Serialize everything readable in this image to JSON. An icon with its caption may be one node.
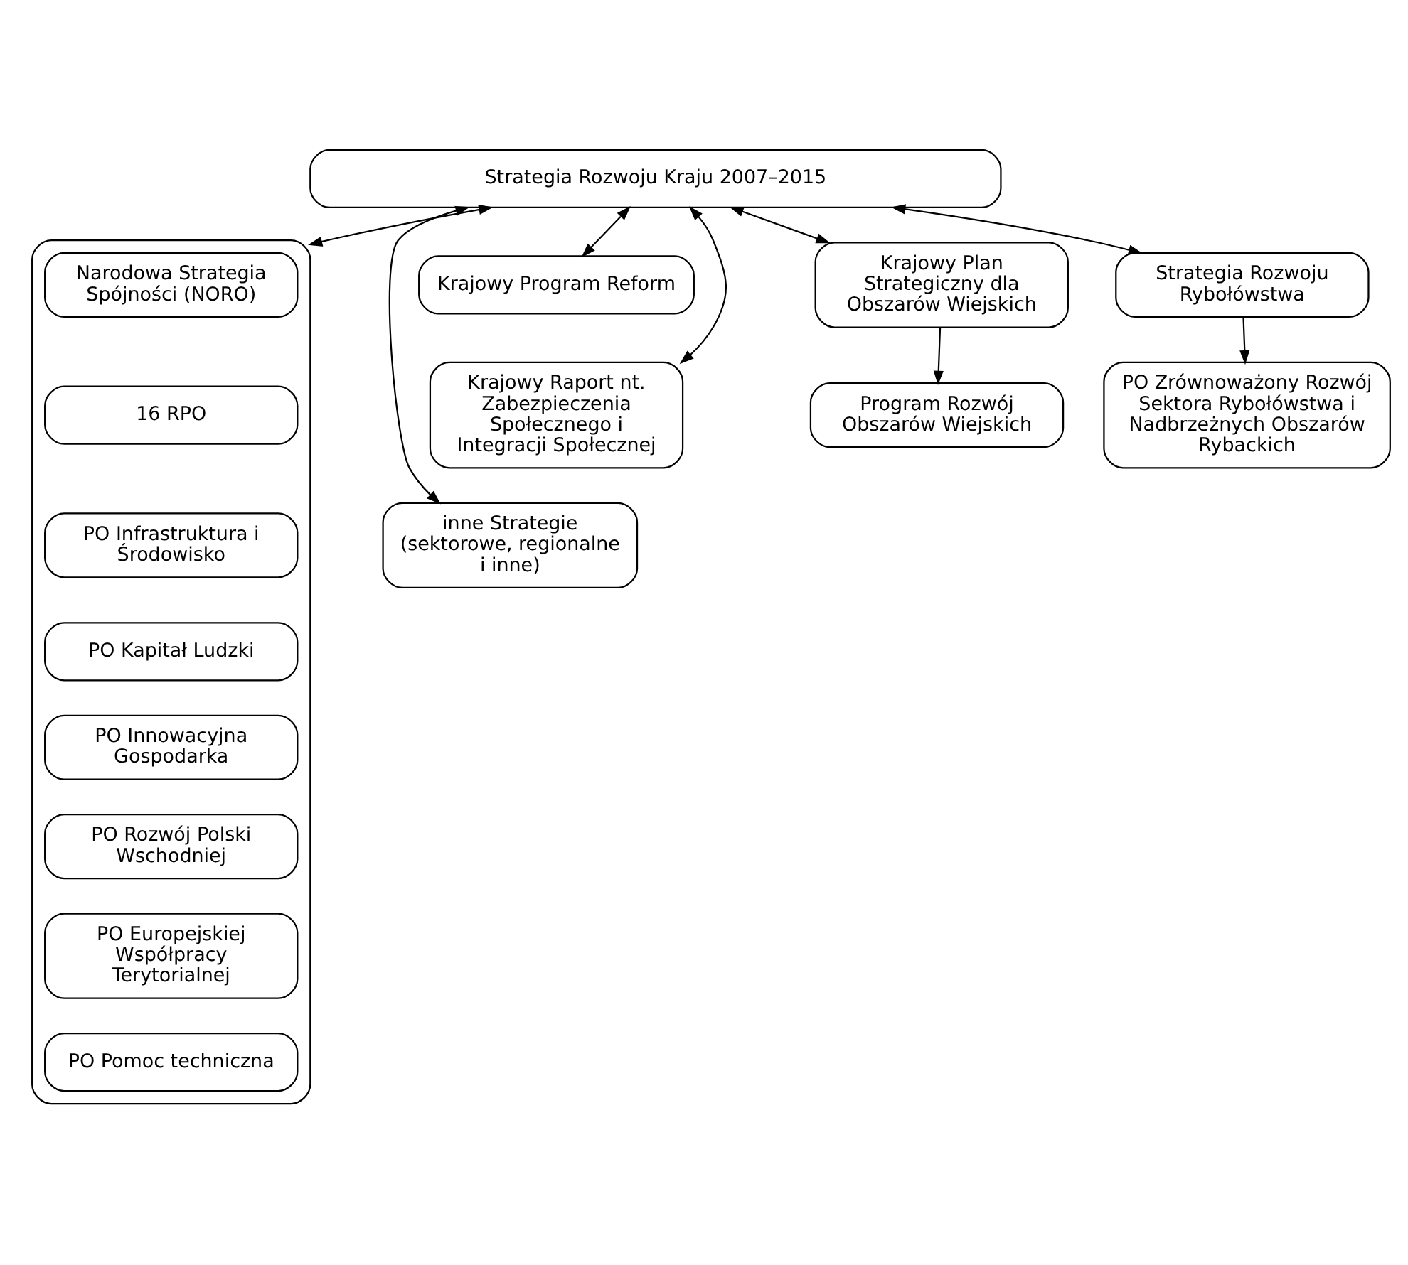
{
  "diagram": {
    "nodes": [
      {
        "text": [
          "Strategia Rozwoju Kraju 2007–2015"
        ]
      },
      {
        "text": [
          "Krajowy Program Reform"
        ]
      },
      {
        "text": [
          "Krajowy Raport nt. Zabezpieczenia Społecznego i Integracji Społecznej"
        ]
      },
      {
        "text": [
          "inne Strategie (sektorowe, regionalne i inne)"
        ]
      },
      {
        "text": [],
        "shape": "box"
      },
      {
        "text": [
          "Narodowa Strategia Spójności (NORO)"
        ],
        "in": 4
      },
      {
        "text": [
          "16 RPO"
        ],
        "in": 4
      },
      {
        "text": [
          "PO Infrastruktura i Środowisko"
        ],
        "in": 4
      },
      {
        "text": [
          "PO Kapitał Ludzki"
        ],
        "in": 4
      },
      {
        "text": [
          "PO Innowacyjna Gospodarka"
        ],
        "in": 4
      },
      {
        "text": [
          "PO Rozwój Polski Wschodniej"
        ],
        "in": 4
      },
      {
        "text": [
          "PO Europejskiej Współpracy Terytorialnej"
        ],
        "in": 4
      },
      {
        "text": [
          "PO Pomoc techniczna"
        ],
        "in": 4
      },
      {
        "text": [
          "Krajowy Plan Strategiczny dla Obszarów Wiejskich"
        ]
      },
      {
        "text": [
          "Strategia Rozwoju Rybołówstwa"
        ]
      },
      {
        "text": [
          "Program Rozwój Obszarów Wiejskich"
        ]
      },
      {
        "text": [
          "PO Zrównoważony Rozwój Sektora Rybołówstwa i Nadbrzeżnych Obszarów Rybackich"
        ]
      }
    ],
    "edges": [
      {
        "from": 0,
        "to": 1,
        "arrow": "both"
      },
      {
        "from": 0,
        "to": 2,
        "arrow": "both"
      },
      {
        "from": 0,
        "to": 3,
        "arrow": "both"
      },
      {
        "from": 0,
        "to": 4,
        "arrow": "both"
      },
      {
        "from": 0,
        "to": 13,
        "arrow": "both"
      },
      {
        "from": 0,
        "to": 14,
        "arrow": "both"
      },
      {
        "from": 13,
        "to": 15,
        "arrow": "to"
      },
      {
        "from": 14,
        "to": 16,
        "arrow": "to"
      }
    ]
  }
}
